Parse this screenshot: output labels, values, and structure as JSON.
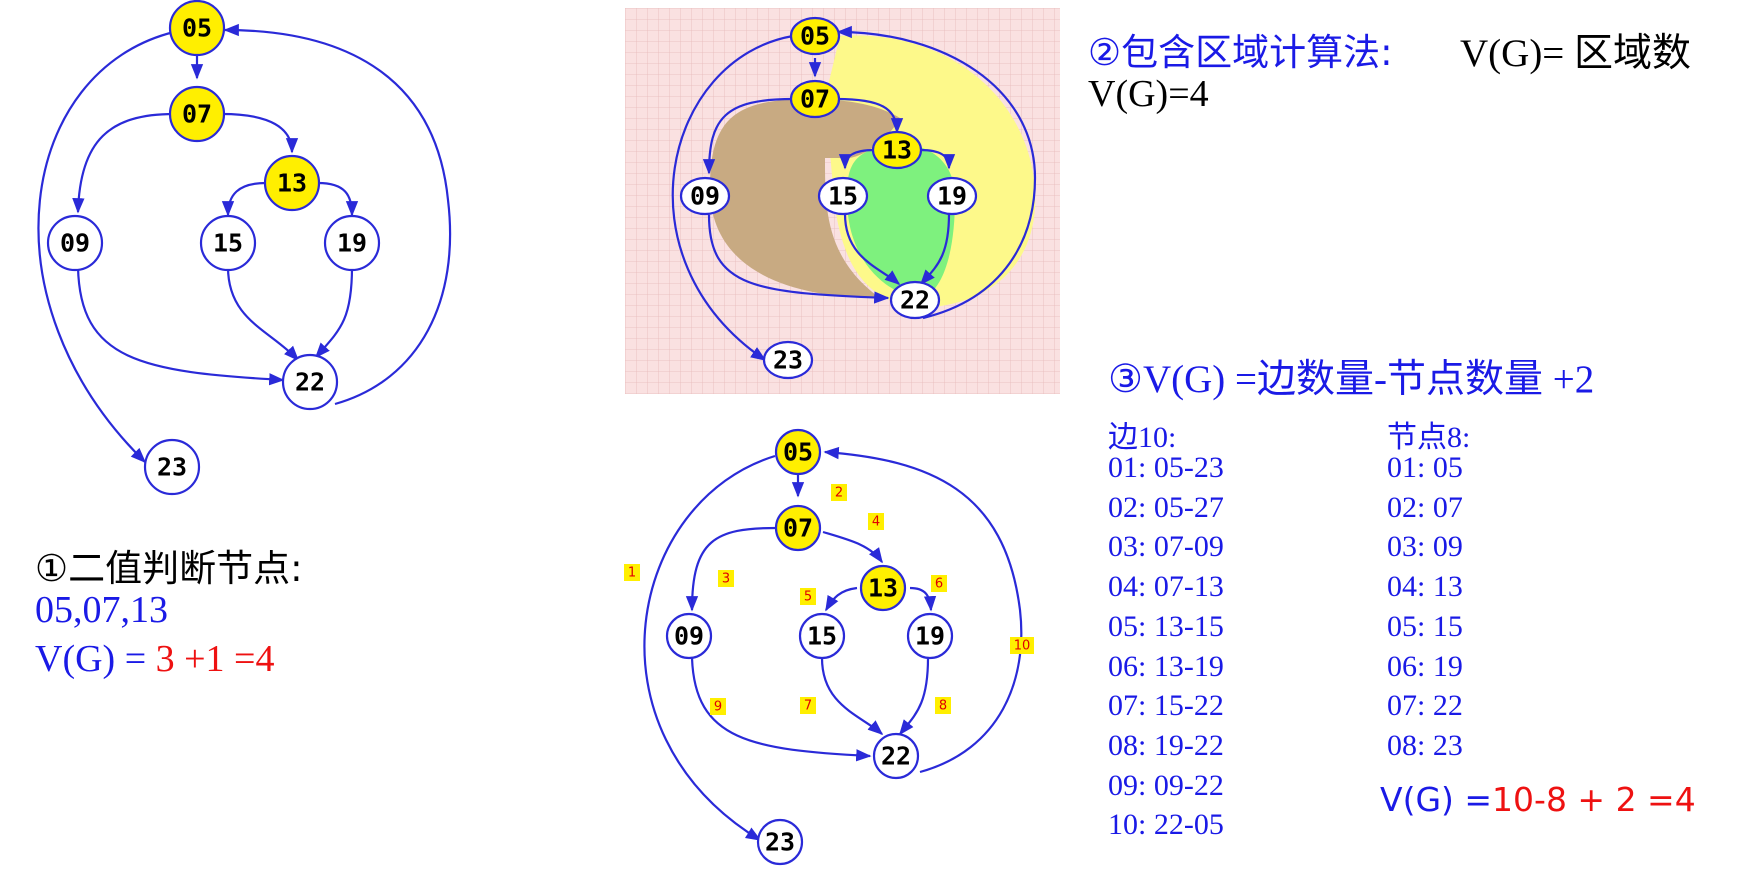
{
  "nodes": {
    "n05": "05",
    "n07": "07",
    "n09": "09",
    "n13": "13",
    "n15": "15",
    "n19": "19",
    "n22": "22",
    "n23": "23"
  },
  "edge_labels": [
    "1",
    "2",
    "3",
    "4",
    "5",
    "6",
    "7",
    "8",
    "9",
    "10"
  ],
  "method1": {
    "title": "①二值判断节点:",
    "nodes_line": "05,07,13",
    "formula_prefix": "V(G) = ",
    "formula_result": "3 +1 =4"
  },
  "method2": {
    "title": "②包含区域计算法:",
    "formula": "V(G)= 区域数",
    "result": "V(G)=4",
    "region_colors": {
      "outer": "#fae1e1",
      "yellow": "#fdf98a",
      "brown": "#c8aa82",
      "green": "#7ef17e"
    }
  },
  "method3": {
    "title": "③V(G) =边数量-节点数量 +2",
    "edges_header": "边10:",
    "edges": [
      "01:  05-23",
      "02:  05-27",
      "03:  07-09",
      "04:  07-13",
      "05:  13-15",
      "06:  13-19",
      "07:  15-22",
      "08:  19-22",
      "09:  09-22",
      "10:  22-05"
    ],
    "nodes_header": "节点8:",
    "node_list": [
      "01:  05",
      "02:  07",
      "03:  09",
      "04:  13",
      "05:  15",
      "06:  19",
      "07:  22",
      "08:  23"
    ],
    "formula_prefix": "V(G) =",
    "formula_result": "10-8 + 2 =4"
  },
  "colors": {
    "line": "#2a2ad8",
    "text_blue": "#1a1ae6",
    "accent_red": "#ee1111",
    "decision_fill": "#ffef00"
  }
}
